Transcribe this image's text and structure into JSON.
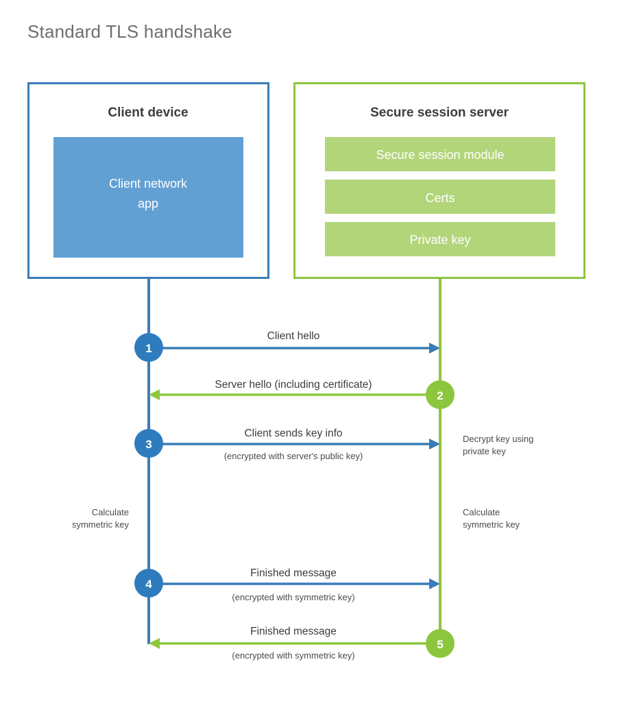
{
  "page": {
    "title": "Standard TLS handshake",
    "background_color": "#ffffff"
  },
  "colors": {
    "client_blue_border": "#3a7cb8",
    "client_blue_fill": "#62a0d4",
    "client_circle": "#2e7cbd",
    "client_arrow": "#3a7cb8",
    "server_green_border": "#8cc63e",
    "server_green_fill": "#b2d57a",
    "server_circle": "#8cc63e",
    "server_arrow": "#8cc63e",
    "title_gray": "#6e6e6e",
    "text_dark": "#3c3c3c"
  },
  "client_panel": {
    "title": "Client device",
    "inner_box_label_line1": "Client network",
    "inner_box_label_line2": "app"
  },
  "server_panel": {
    "title": "Secure session server",
    "modules": [
      {
        "label": "Secure session module"
      },
      {
        "label": "Certs"
      },
      {
        "label": "Private key"
      }
    ]
  },
  "steps": [
    {
      "number": "1",
      "label": "Client hello",
      "sublabel": "",
      "direction": "client-to-server",
      "actor": "client"
    },
    {
      "number": "2",
      "label": "Server hello (including certificate)",
      "sublabel": "",
      "direction": "server-to-client",
      "actor": "server"
    },
    {
      "number": "3",
      "label": "Client sends key info",
      "sublabel": "(encrypted with server's public key)",
      "direction": "client-to-server",
      "actor": "client"
    },
    {
      "number": "4",
      "label": "Finished message",
      "sublabel": "(encrypted with symmetric key)",
      "direction": "client-to-server",
      "actor": "client"
    },
    {
      "number": "5",
      "label": "Finished message",
      "sublabel": "(encrypted with symmetric key)",
      "direction": "server-to-client",
      "actor": "server"
    }
  ],
  "annotations": {
    "server_decrypt_line1": "Decrypt key using",
    "server_decrypt_line2": "private key",
    "client_calc_line1": "Calculate",
    "client_calc_line2": "symmetric key",
    "server_calc_line1": "Calculate",
    "server_calc_line2": "symmetric key"
  }
}
